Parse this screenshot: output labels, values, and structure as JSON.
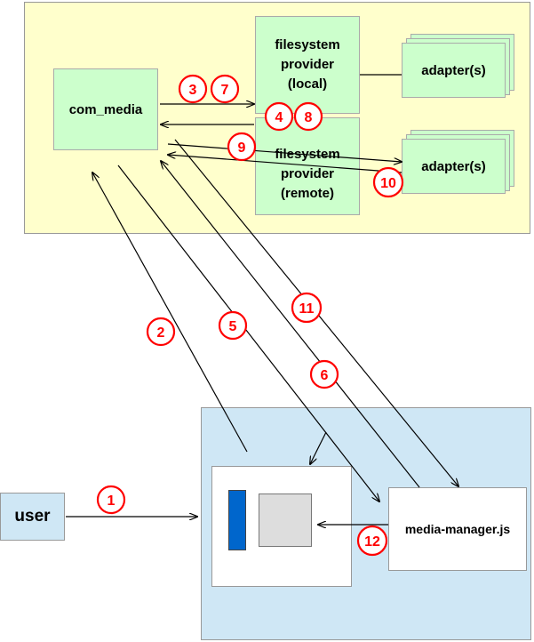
{
  "boxes": {
    "com_media": "com_media",
    "fs_local": "filesystem\nprovider\n(local)",
    "fs_remote": "filesystem\nprovider\n(remote)",
    "adapter_local": "adapter(s)",
    "adapter_remote": "adapter(s)",
    "user": "user",
    "media_manager": "media-manager.js"
  },
  "steps": [
    "1",
    "2",
    "3",
    "4",
    "5",
    "6",
    "7",
    "8",
    "9",
    "10",
    "11",
    "12"
  ],
  "colors": {
    "server_bg": "#ffffcc",
    "client_bg": "#cfe7f5",
    "component": "#ccffcc",
    "marker": "#ff0000",
    "folder_blue": "#0066cc",
    "thumb_gray": "#dddddd"
  }
}
